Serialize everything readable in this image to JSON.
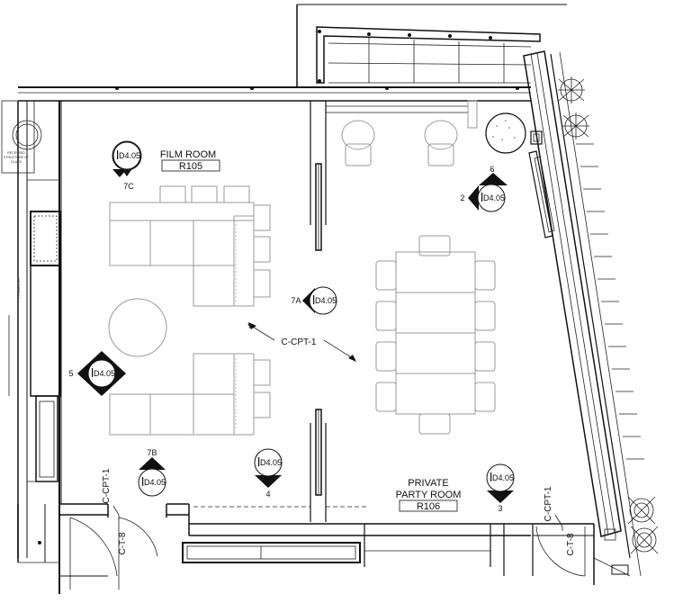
{
  "rooms": {
    "film_room": {
      "name": "FILM ROOM",
      "number": "R105"
    },
    "private_party_room": {
      "name_line1": "PRIVATE",
      "name_line2": "PARTY ROOM",
      "number": "R106"
    }
  },
  "elevation_markers": {
    "m_7c": {
      "sheet": "D4.05",
      "view": "7C"
    },
    "m_6": {
      "sheet": "D4.05",
      "view": "6"
    },
    "m_2": {
      "sheet": "D4.05",
      "view": "2"
    },
    "m_7a": {
      "sheet": "D4.05",
      "view": "7A"
    },
    "m_5": {
      "sheet": "D4.05",
      "view": "5"
    },
    "m_7b": {
      "sheet": "D4.05",
      "view": "7B"
    },
    "m_4": {
      "sheet": "D4.05",
      "view": "4"
    },
    "m_3": {
      "sheet": "D4.05",
      "view": "3"
    }
  },
  "finish_tags": {
    "carpet_center": "C-CPT-1",
    "carpet_left_door": "C-CPT-1",
    "tile_left_door": "C-T-8",
    "carpet_right_door": "C-CPT-1",
    "tile_right_door": "C-T-8"
  },
  "small_notes": {
    "left_note_line1": "RECESSED",
    "left_note_line2": "STRUCTURE OF",
    "left_note_line3": "GLASS",
    "left_vertical_note": "TV MONITOR"
  }
}
